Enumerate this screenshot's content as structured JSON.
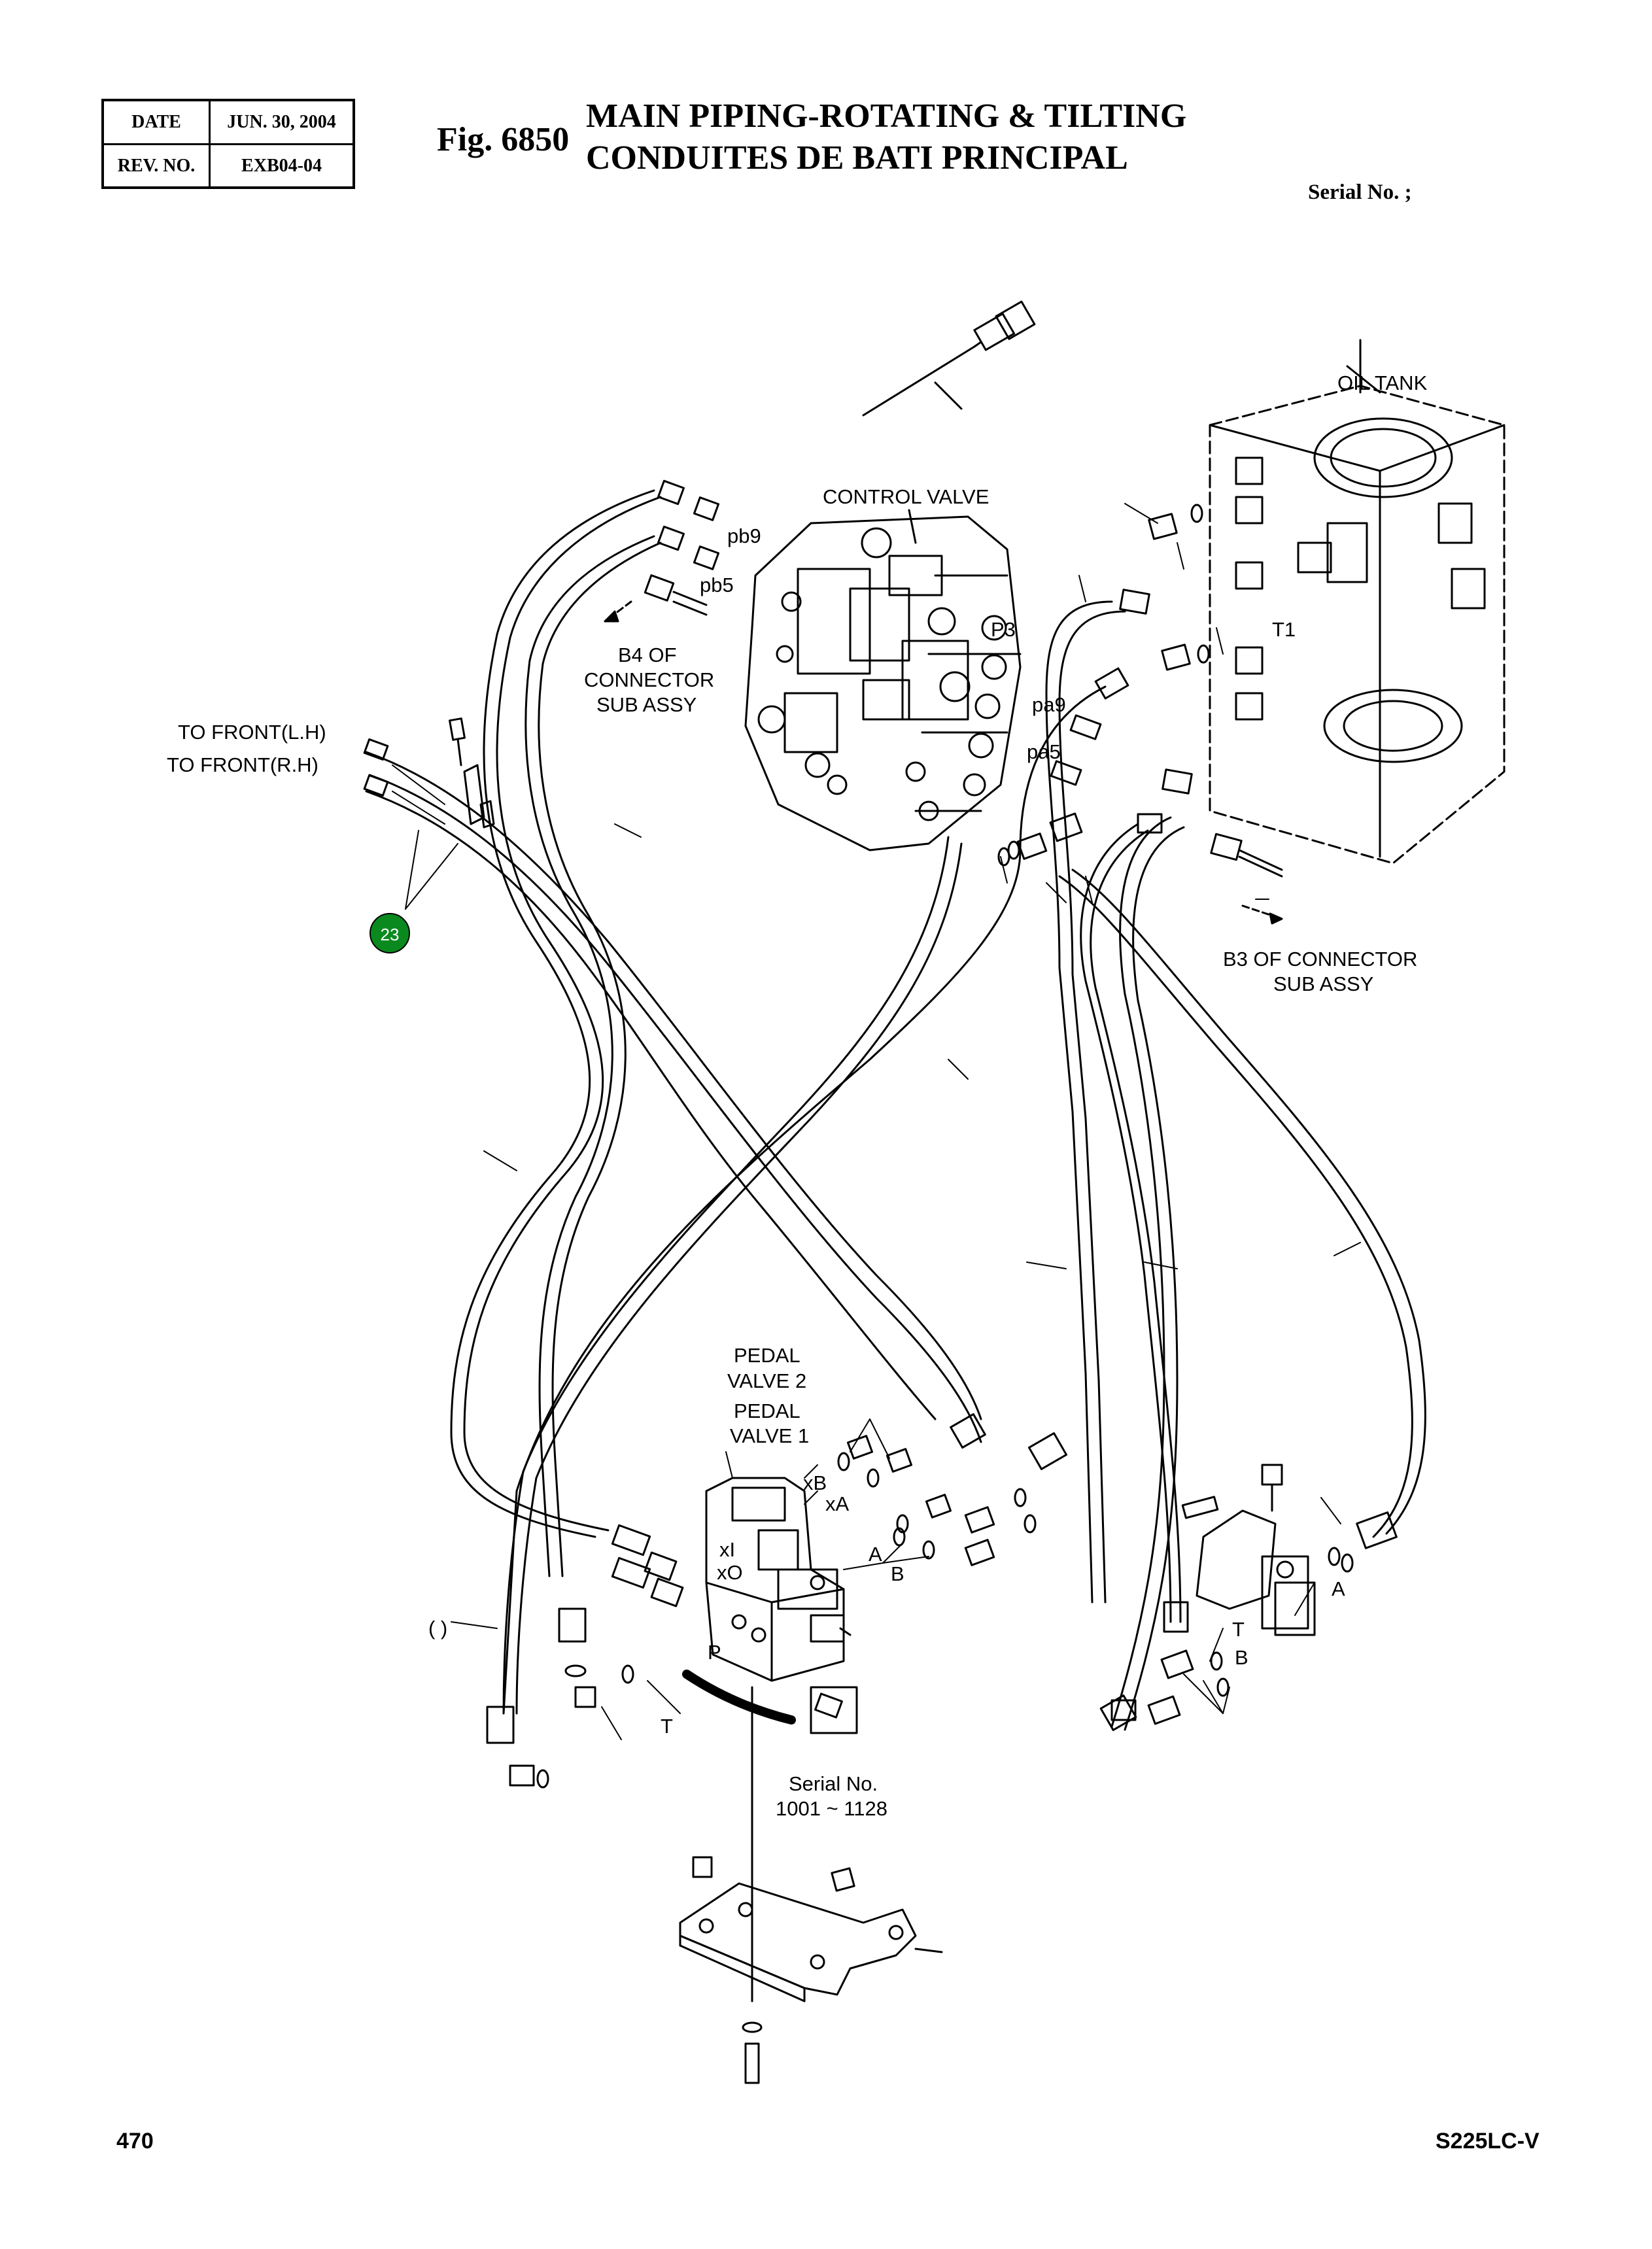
{
  "header": {
    "date_label": "DATE",
    "date_value": "JUN. 30, 2004",
    "rev_label": "REV. NO.",
    "rev_value": "EXB04-04",
    "fig_label": "Fig. 6850",
    "title_en": "MAIN PIPING-ROTATING & TILTING",
    "title_fr": "CONDUITES DE BATI PRINCIPAL",
    "serial_label": "Serial No. ;"
  },
  "labels": {
    "oil_tank": "OIL TANK",
    "control_valve": "CONTROL VALVE",
    "pb9": "pb9",
    "pb5": "pb5",
    "b4_line1": "B4 OF",
    "b4_line2": "CONNECTOR",
    "b4_line3": "SUB ASSY",
    "p3": "P3",
    "t1": "T1",
    "pa9": "pa9",
    "pa5": "pa5",
    "to_front_lh": "TO FRONT(L.H)",
    "to_front_rh": "TO FRONT(R.H)",
    "callout_23": "23",
    "b3_line1": "B3 OF CONNECTOR",
    "b3_line2": "SUB ASSY",
    "pedal2_line1": "PEDAL",
    "pedal2_line2": "VALVE 2",
    "pedal1_line1": "PEDAL",
    "pedal1_line2": "VALVE 1",
    "xB": "xB",
    "xA": "xA",
    "xI": "xI",
    "xO": "xO",
    "A_mid": "A",
    "B_mid": "B",
    "P": "P",
    "T_left": "T",
    "paren": "(    )",
    "serial_no": "Serial No.",
    "serial_range": "1001 ~ 1128",
    "A_right": "A",
    "T_right": "T",
    "B_right": "B"
  },
  "footer": {
    "page_number": "470",
    "model": "S225LC-V"
  },
  "colors": {
    "callout_fill": "#0a8a1e",
    "line": "#000000"
  }
}
